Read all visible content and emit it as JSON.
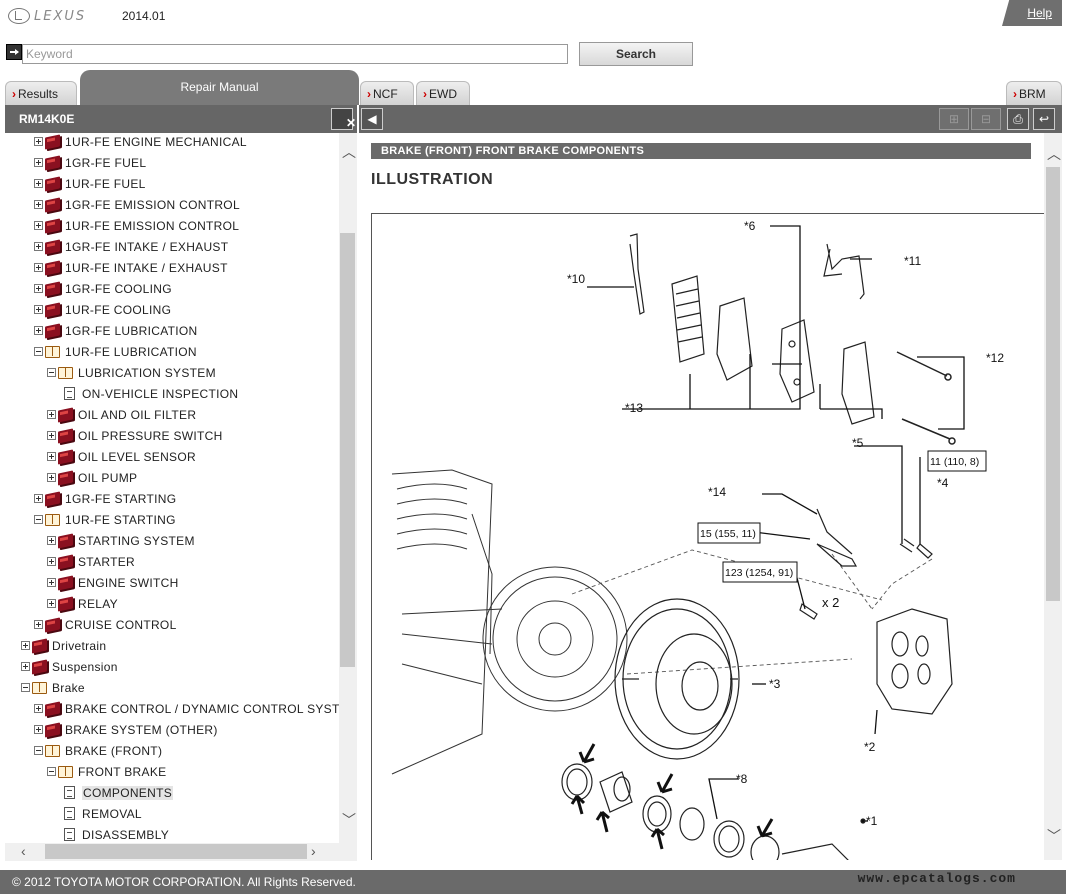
{
  "header": {
    "brand": "LEXUS",
    "version": "2014.01",
    "help": "Help"
  },
  "search": {
    "placeholder": "Keyword",
    "value": "",
    "button": "Search"
  },
  "tabs": {
    "results": "Results",
    "repair_manual": "Repair Manual",
    "ncf": "NCF",
    "ewd": "EWD",
    "brm": "BRM"
  },
  "left_panel": {
    "title": "RM14K0E",
    "close": "✕"
  },
  "tree": [
    {
      "label": "1UR-FE ENGINE MECHANICAL",
      "level": 2,
      "type": "book",
      "expanded": false
    },
    {
      "label": "1GR-FE FUEL",
      "level": 2,
      "type": "book",
      "expanded": false
    },
    {
      "label": "1UR-FE FUEL",
      "level": 2,
      "type": "book",
      "expanded": false
    },
    {
      "label": "1GR-FE EMISSION CONTROL",
      "level": 2,
      "type": "book",
      "expanded": false
    },
    {
      "label": "1UR-FE EMISSION CONTROL",
      "level": 2,
      "type": "book",
      "expanded": false
    },
    {
      "label": "1GR-FE INTAKE / EXHAUST",
      "level": 2,
      "type": "book",
      "expanded": false
    },
    {
      "label": "1UR-FE INTAKE / EXHAUST",
      "level": 2,
      "type": "book",
      "expanded": false
    },
    {
      "label": "1GR-FE COOLING",
      "level": 2,
      "type": "book",
      "expanded": false
    },
    {
      "label": "1UR-FE COOLING",
      "level": 2,
      "type": "book",
      "expanded": false
    },
    {
      "label": "1GR-FE LUBRICATION",
      "level": 2,
      "type": "book",
      "expanded": false
    },
    {
      "label": "1UR-FE LUBRICATION",
      "level": 2,
      "type": "book",
      "expanded": true
    },
    {
      "label": "LUBRICATION SYSTEM",
      "level": 3,
      "type": "book",
      "expanded": true
    },
    {
      "label": "ON-VEHICLE INSPECTION",
      "level": 4,
      "type": "doc"
    },
    {
      "label": "OIL AND OIL FILTER",
      "level": 3,
      "type": "book",
      "expanded": false
    },
    {
      "label": "OIL PRESSURE SWITCH",
      "level": 3,
      "type": "book",
      "expanded": false
    },
    {
      "label": "OIL LEVEL SENSOR",
      "level": 3,
      "type": "book",
      "expanded": false
    },
    {
      "label": "OIL PUMP",
      "level": 3,
      "type": "book",
      "expanded": false
    },
    {
      "label": "1GR-FE STARTING",
      "level": 2,
      "type": "book",
      "expanded": false
    },
    {
      "label": "1UR-FE STARTING",
      "level": 2,
      "type": "book",
      "expanded": true
    },
    {
      "label": "STARTING SYSTEM",
      "level": 3,
      "type": "book",
      "expanded": false
    },
    {
      "label": "STARTER",
      "level": 3,
      "type": "book",
      "expanded": false
    },
    {
      "label": "ENGINE SWITCH",
      "level": 3,
      "type": "book",
      "expanded": false
    },
    {
      "label": "RELAY",
      "level": 3,
      "type": "book",
      "expanded": false
    },
    {
      "label": "CRUISE CONTROL",
      "level": 2,
      "type": "book",
      "expanded": false
    },
    {
      "label": "Drivetrain",
      "level": 1,
      "type": "book",
      "expanded": false
    },
    {
      "label": "Suspension",
      "level": 1,
      "type": "book",
      "expanded": false
    },
    {
      "label": "Brake",
      "level": 1,
      "type": "book",
      "expanded": true
    },
    {
      "label": "BRAKE CONTROL / DYNAMIC CONTROL SYSTEMS",
      "level": 2,
      "type": "book",
      "expanded": false
    },
    {
      "label": "BRAKE SYSTEM (OTHER)",
      "level": 2,
      "type": "book",
      "expanded": false
    },
    {
      "label": "BRAKE (FRONT)",
      "level": 2,
      "type": "book",
      "expanded": true
    },
    {
      "label": "FRONT BRAKE",
      "level": 3,
      "type": "book",
      "expanded": true
    },
    {
      "label": "COMPONENTS",
      "level": 4,
      "type": "doc",
      "selected": true
    },
    {
      "label": "REMOVAL",
      "level": 4,
      "type": "doc"
    },
    {
      "label": "DISASSEMBLY",
      "level": 4,
      "type": "doc"
    }
  ],
  "content": {
    "breadcrumb": "BRAKE (FRONT)  FRONT BRAKE  COMPONENTS",
    "heading": "ILLUSTRATION"
  },
  "illustration": {
    "callouts": [
      "*1",
      "*2",
      "*3",
      "*4",
      "*5",
      "*6",
      "*8",
      "*10",
      "*11",
      "*12",
      "*13",
      "*14"
    ],
    "torque_specs": [
      "11 (110, 8)",
      "15 (155, 11)",
      "123 (1254, 91)"
    ],
    "quantity": "x 2"
  },
  "footer": {
    "copyright": "© 2012 TOYOTA MOTOR CORPORATION. All Rights Reserved.",
    "watermark": "www.epcatalogs.com"
  }
}
